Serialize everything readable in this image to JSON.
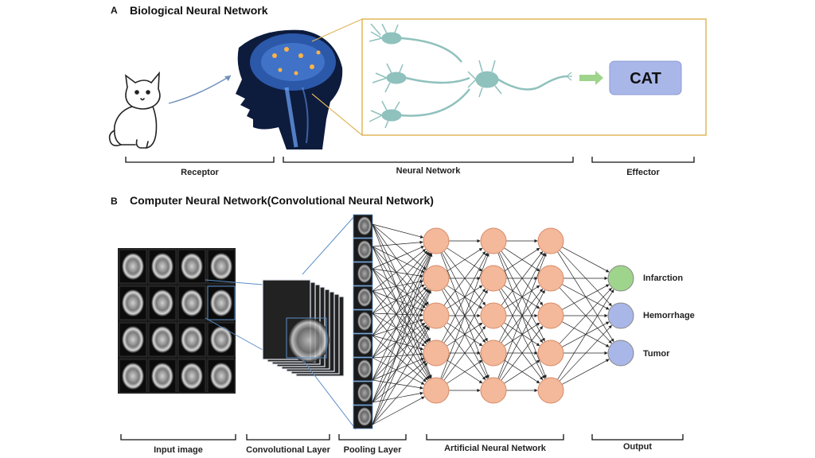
{
  "panel_a": {
    "letter": "A",
    "title": "Biological Neural Network",
    "output_word": "CAT",
    "stages": [
      "Receptor",
      "Neural Network",
      "Effector"
    ]
  },
  "panel_b": {
    "letter": "B",
    "title": "Computer Neural Network(Convolutional Neural Network)",
    "stages": [
      "Input image",
      "Convolutional Layer",
      "Pooling Layer",
      "Artificial Neural Network",
      "Output"
    ],
    "outputs": [
      {
        "label": "Infarction",
        "color": "#9ed48c"
      },
      {
        "label": "Hemorrhage",
        "color": "#a9b7e8"
      },
      {
        "label": "Tumor",
        "color": "#a9b7e8"
      }
    ]
  },
  "colors": {
    "neuron": "#f4b89a",
    "neuron_stroke": "#d58b68",
    "cat_box": "#a9b7e8",
    "callout_frame": "#e0b65a",
    "neuron_cells": "#8fc1bd",
    "arrow_green": "#9ed48c"
  }
}
